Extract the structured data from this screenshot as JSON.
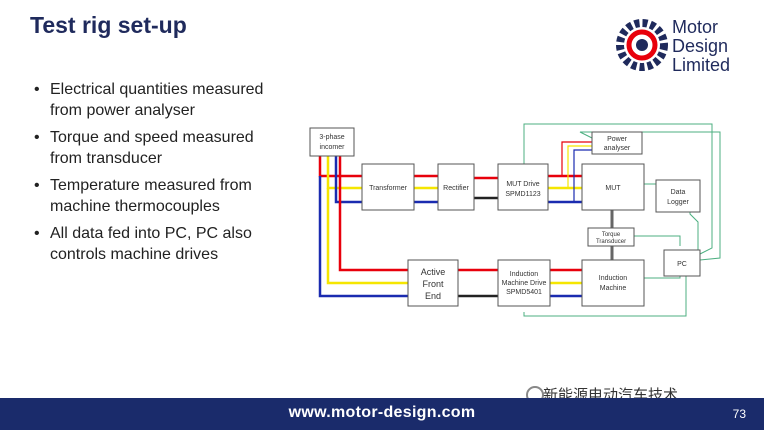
{
  "title": "Test rig set-up",
  "logo": {
    "line1": "Motor",
    "line2": "Design",
    "line3": "Limited"
  },
  "bullets": [
    "Electrical quantities measured from power analyser",
    "Torque and speed measured from transducer",
    "Temperature measured from machine thermocouples",
    "All data fed into PC, PC also controls machine drives"
  ],
  "diagram": {
    "incomer": [
      "3-phase",
      "incomer"
    ],
    "transformer": "Transformer",
    "rectifier": "Rectifier",
    "mut_drive": [
      "MUT Drive",
      "SPMD1123"
    ],
    "mut": "MUT",
    "power_analyser": [
      "Power",
      "analyser"
    ],
    "data_logger": [
      "Data",
      "Logger"
    ],
    "torque_transducer": [
      "Torque",
      "Transducer"
    ],
    "pc": "PC",
    "afe": [
      "Active",
      "Front",
      "End"
    ],
    "im_drive": [
      "Induction",
      "Machine Drive",
      "SPMD5401"
    ],
    "induction_machine": [
      "Induction",
      "Machine"
    ]
  },
  "colors": {
    "red": "#e8000b",
    "yellow": "#f5e600",
    "blue": "#1a2bb0",
    "green": "#4caf80",
    "navy": "#1a2b6b"
  },
  "footer": {
    "url": "www.motor-design.com",
    "page": "73"
  },
  "watermark": "新能源电动汽车技术"
}
